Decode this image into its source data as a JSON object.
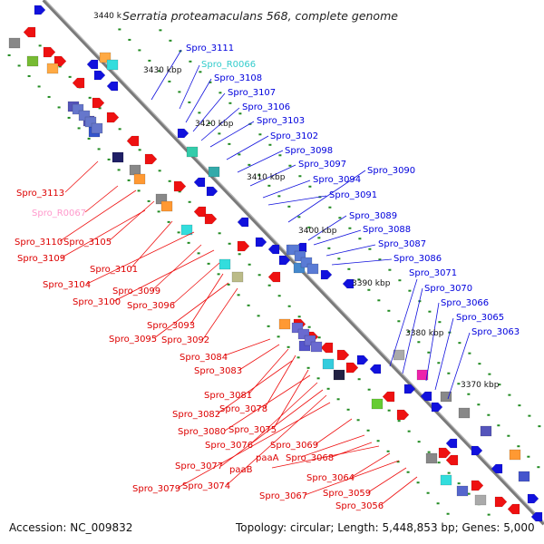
{
  "title": "Serratia proteamaculans 568, complete genome",
  "accession": "Accession: NC_009832",
  "topology": "Topology: circular; Length: 5,448,853 bp; Genes: 5,000",
  "colors": {
    "forward_label": "#0000dd",
    "reverse_label": "#dd0000",
    "rna_label_fwd": "#33cccc",
    "rna_label_rev": "#ff99cc",
    "backbone": "#7a7a7a",
    "tick": "#228b22"
  },
  "kbp_marks": [
    "3440 k",
    "3430 kbp",
    "3420 kbp",
    "3410 kbp",
    "3400 kbp",
    "3390 kbp",
    "3380 kbp",
    "3370 kbp"
  ],
  "labels_right": [
    {
      "name": "Spro_3111",
      "kind": "gene"
    },
    {
      "name": "Spro_R0066",
      "kind": "rna"
    },
    {
      "name": "Spro_3108",
      "kind": "gene"
    },
    {
      "name": "Spro_3107",
      "kind": "gene"
    },
    {
      "name": "Spro_3106",
      "kind": "gene"
    },
    {
      "name": "Spro_3103",
      "kind": "gene"
    },
    {
      "name": "Spro_3102",
      "kind": "gene"
    },
    {
      "name": "Spro_3098",
      "kind": "gene"
    },
    {
      "name": "Spro_3097",
      "kind": "gene"
    },
    {
      "name": "Spro_3090",
      "kind": "gene"
    },
    {
      "name": "Spro_3094",
      "kind": "gene"
    },
    {
      "name": "Spro_3091",
      "kind": "gene"
    },
    {
      "name": "Spro_3089",
      "kind": "gene"
    },
    {
      "name": "Spro_3088",
      "kind": "gene"
    },
    {
      "name": "Spro_3087",
      "kind": "gene"
    },
    {
      "name": "Spro_3086",
      "kind": "gene"
    },
    {
      "name": "Spro_3071",
      "kind": "gene"
    },
    {
      "name": "Spro_3070",
      "kind": "gene"
    },
    {
      "name": "Spro_3066",
      "kind": "gene"
    },
    {
      "name": "Spro_3065",
      "kind": "gene"
    },
    {
      "name": "Spro_3063",
      "kind": "gene"
    }
  ],
  "labels_left": [
    {
      "name": "Spro_3113",
      "kind": "gene"
    },
    {
      "name": "Spro_R0067",
      "kind": "rna"
    },
    {
      "name": "Spro_3110",
      "kind": "gene"
    },
    {
      "name": "Spro_3105",
      "kind": "gene"
    },
    {
      "name": "Spro_3109",
      "kind": "gene"
    },
    {
      "name": "Spro_3101",
      "kind": "gene"
    },
    {
      "name": "Spro_3104",
      "kind": "gene"
    },
    {
      "name": "Spro_3099",
      "kind": "gene"
    },
    {
      "name": "Spro_3100",
      "kind": "gene"
    },
    {
      "name": "Spro_3096",
      "kind": "gene"
    },
    {
      "name": "Spro_3093",
      "kind": "gene"
    },
    {
      "name": "Spro_3095",
      "kind": "gene"
    },
    {
      "name": "Spro_3092",
      "kind": "gene"
    },
    {
      "name": "Spro_3084",
      "kind": "gene"
    },
    {
      "name": "Spro_3083",
      "kind": "gene"
    },
    {
      "name": "Spro_3081",
      "kind": "gene"
    },
    {
      "name": "Spro_3078",
      "kind": "gene"
    },
    {
      "name": "Spro_3082",
      "kind": "gene"
    },
    {
      "name": "Spro_3075",
      "kind": "gene"
    },
    {
      "name": "Spro_3080",
      "kind": "gene"
    },
    {
      "name": "Spro_3076",
      "kind": "gene"
    },
    {
      "name": "Spro_3069",
      "kind": "gene"
    },
    {
      "name": "paaA",
      "kind": "gene"
    },
    {
      "name": "Spro_3068",
      "kind": "gene"
    },
    {
      "name": "Spro_3077",
      "kind": "gene"
    },
    {
      "name": "paaB",
      "kind": "gene"
    },
    {
      "name": "Spro_3064",
      "kind": "gene"
    },
    {
      "name": "Spro_3074",
      "kind": "gene"
    },
    {
      "name": "Spro_3079",
      "kind": "gene"
    },
    {
      "name": "Spro_3067",
      "kind": "gene"
    },
    {
      "name": "Spro_3059",
      "kind": "gene"
    },
    {
      "name": "Spro_3056",
      "kind": "gene"
    }
  ]
}
